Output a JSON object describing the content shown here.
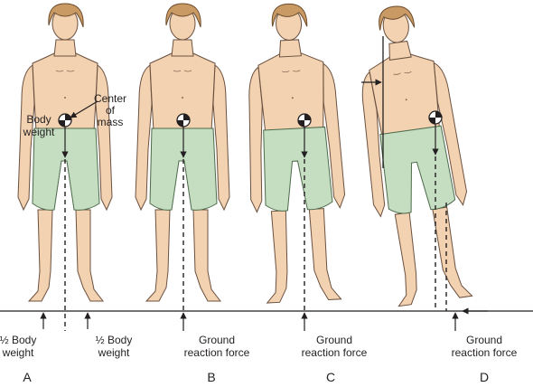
{
  "figure": {
    "panels": [
      {
        "letter": "A",
        "labels": {
          "center_of_mass_1": "Center",
          "center_of_mass_2": "of",
          "center_of_mass_3": "mass",
          "body_weight_1": "Body",
          "body_weight_2": "weight",
          "half_left_1": "½ Body",
          "half_left_2": "weight",
          "half_right_1": "½ Body",
          "half_right_2": "weight"
        }
      },
      {
        "letter": "B",
        "labels": {
          "ground_1": "Ground",
          "ground_2": "reaction force"
        }
      },
      {
        "letter": "C",
        "labels": {
          "ground_1": "Ground",
          "ground_2": "reaction force"
        }
      },
      {
        "letter": "D",
        "labels": {
          "ground_1": "Ground",
          "ground_2": "reaction force"
        }
      }
    ],
    "colors": {
      "skin": "#f3d2b1",
      "shorts": "#c5dec2",
      "hair": "#c99a63",
      "lines": "#231f20"
    }
  }
}
